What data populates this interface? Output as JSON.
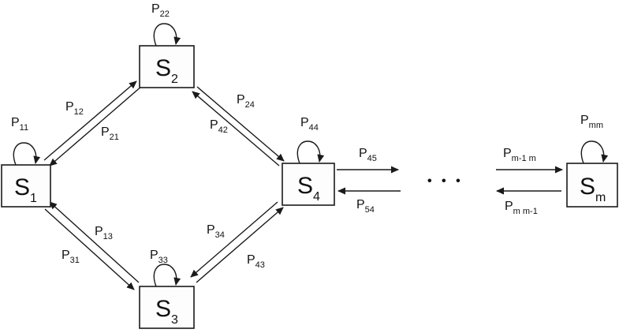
{
  "colors": {
    "stroke": "#1a1a1a",
    "background": "#ffffff"
  },
  "nodes": {
    "s1": {
      "base": "S",
      "sub": "1"
    },
    "s2": {
      "base": "S",
      "sub": "2"
    },
    "s3": {
      "base": "S",
      "sub": "3"
    },
    "s4": {
      "base": "S",
      "sub": "4"
    },
    "sm": {
      "base": "S",
      "sub": "m"
    }
  },
  "labels": {
    "p11": {
      "base": "P",
      "sub": "11"
    },
    "p12": {
      "base": "P",
      "sub": "12"
    },
    "p21": {
      "base": "P",
      "sub": "21"
    },
    "p22": {
      "base": "P",
      "sub": "22"
    },
    "p13": {
      "base": "P",
      "sub": "13"
    },
    "p31": {
      "base": "P",
      "sub": "31"
    },
    "p33": {
      "base": "P",
      "sub": "33"
    },
    "p24": {
      "base": "P",
      "sub": "24"
    },
    "p42": {
      "base": "P",
      "sub": "42"
    },
    "p34": {
      "base": "P",
      "sub": "34"
    },
    "p43": {
      "base": "P",
      "sub": "43"
    },
    "p44": {
      "base": "P",
      "sub": "44"
    },
    "p45": {
      "base": "P",
      "sub": "45"
    },
    "p54": {
      "base": "P",
      "sub": "54"
    },
    "pm1m": {
      "base": "P",
      "sub": "m-1 m"
    },
    "pmm1": {
      "base": "P",
      "sub": "m m-1"
    },
    "pmm": {
      "base": "P",
      "sub": "mm"
    }
  },
  "ellipsis": "• • •"
}
